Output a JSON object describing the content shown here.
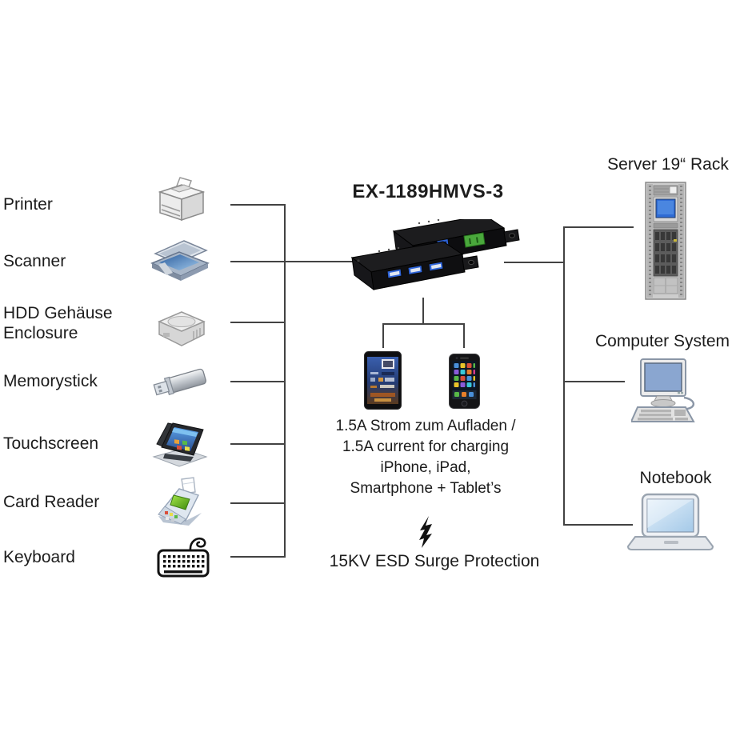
{
  "diagram": {
    "title": "EX-1189HMVS-3",
    "left_devices": [
      {
        "label": "Printer",
        "icon": "printer-icon"
      },
      {
        "label": "Scanner",
        "icon": "scanner-icon"
      },
      {
        "label": "HDD Gehäuse\nEnclosure",
        "icon": "hdd-icon"
      },
      {
        "label": "Memorystick",
        "icon": "usb-stick-icon"
      },
      {
        "label": "Touchscreen",
        "icon": "touchscreen-icon"
      },
      {
        "label": "Card Reader",
        "icon": "card-reader-icon"
      },
      {
        "label": "Keyboard",
        "icon": "keyboard-icon"
      }
    ],
    "hub": {
      "model": "EX-1189HMVS-3",
      "icon": "usb-hub-icon"
    },
    "right_devices": [
      {
        "label": "Server 19“ Rack",
        "icon": "server-rack-icon"
      },
      {
        "label": "Computer System",
        "icon": "desktop-computer-icon"
      },
      {
        "label": "Notebook",
        "icon": "laptop-icon"
      }
    ],
    "charging": {
      "device_icons": [
        "tablet-icon",
        "iphone-icon"
      ],
      "lines": [
        "1.5A Strom zum Aufladen /",
        "1.5A current for charging",
        "iPhone, iPad,",
        "Smartphone + Tablet’s"
      ]
    },
    "esd": {
      "icon": "lightning-bolt-icon",
      "label": "15KV ESD Surge Protection"
    }
  },
  "colors": {
    "background": "#ffffff",
    "connector_line": "#424242",
    "text": "#1c1c1c",
    "usb_port_blue": "#2e64d8",
    "terminal_green": "#4aa83c",
    "rack_screen_blue": "#2e6bd4",
    "monitor_screen_blue": "#8aa6d0",
    "laptop_screen_blue": "#bcd9f0"
  }
}
